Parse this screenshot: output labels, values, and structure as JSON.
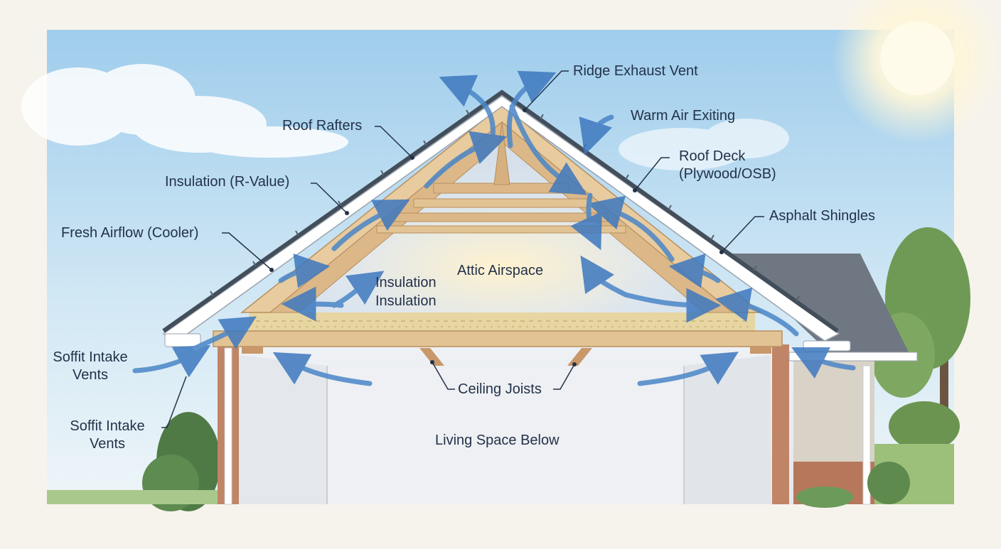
{
  "labels": {
    "ridge_exhaust_vent": "Ridge Exhaust Vent",
    "warm_air_exiting": "Warm Air Exiting",
    "roof_rafters": "Roof Rafters",
    "roof_deck": "Roof Deck\n(Plywood/OSB)",
    "insulation_r_value": "Insulation (R-Value)",
    "asphalt_shingles": "Asphalt Shingles",
    "fresh_airflow": "Fresh Airflow (Cooler)",
    "attic_airspace": "Attic Airspace",
    "insulation_1": "Insulation",
    "insulation_2": "Insulation",
    "soffit_intake_vents_1": "Soffit Intake\nVents",
    "soffit_intake_vents_2": "Soffit Intake\nVents",
    "ceiling_joists": "Ceiling Joists",
    "living_space_below": "Living Space Below"
  },
  "colors": {
    "sky_top": "#a9d3ee",
    "sky_bottom": "#e4f1f8",
    "roof_fascia": "#ffffff",
    "shingles": "#4c5866",
    "wood": "#e6c79a",
    "wood_dark": "#c9a070",
    "insulation": "#eadcaa",
    "airflow": "#4a86c8",
    "wall": "#e9ebef",
    "brick": "#b7775a",
    "text": "#23324a"
  }
}
